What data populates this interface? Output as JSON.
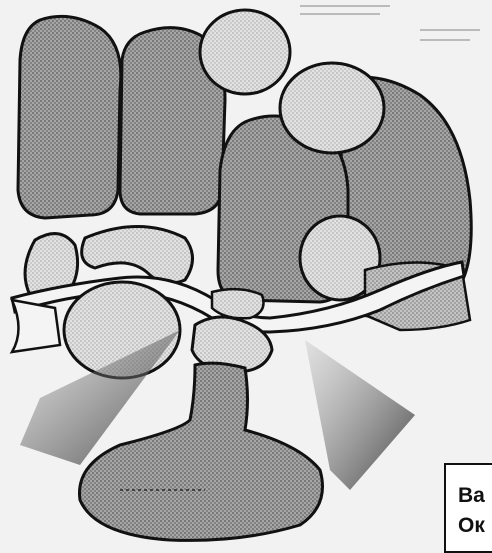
{
  "figure": {
    "kind": "schematic anatomical drawing",
    "colors": {
      "background": "#f2f2f2",
      "light_stipple": "#d8d8d8",
      "dark_stipple": "#9a9a9a",
      "outline": "#111111",
      "label_bg": "#ffffff"
    }
  },
  "labels": {
    "line1": "Ва",
    "line2": "Ок"
  }
}
